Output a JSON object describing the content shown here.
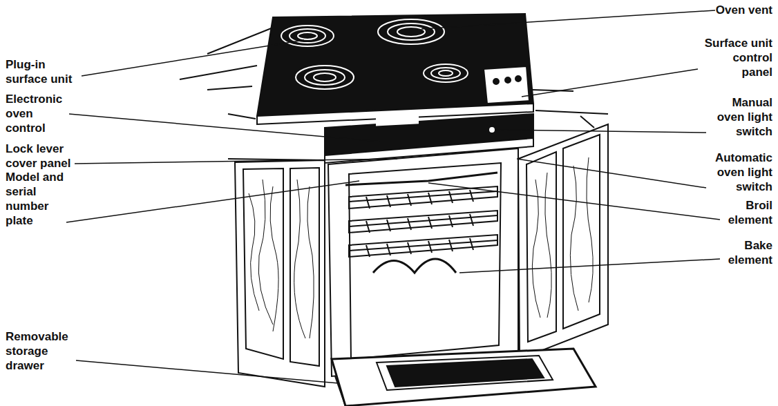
{
  "diagram": {
    "labels": [
      "Plug-in surface unit",
      "Electronic oven control",
      "Lock lever cover panel",
      "Model and serial number plate",
      "Removable storage drawer",
      "Oven vent",
      "Surface unit control panel",
      "Manual oven light switch",
      "Automatic oven light switch",
      "Broil element",
      "Bake element"
    ]
  }
}
